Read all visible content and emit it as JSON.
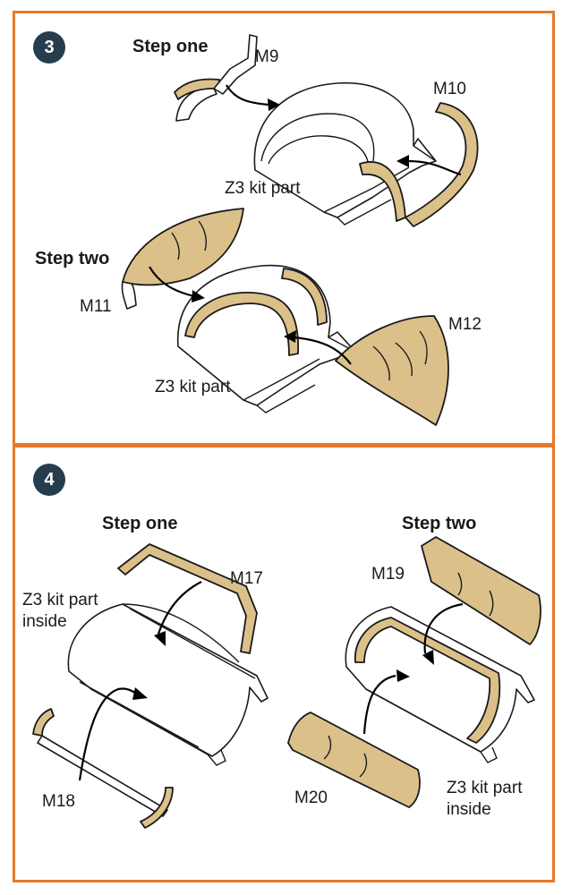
{
  "panel3": {
    "number": "3",
    "step_one": "Step one",
    "step_two": "Step two",
    "labels": {
      "m9": "M9",
      "m10": "M10",
      "kit1": "Z3 kit part",
      "m11": "M11",
      "m12": "M12",
      "kit2": "Z3 kit part"
    }
  },
  "panel4": {
    "number": "4",
    "step_one": "Step one",
    "step_two": "Step two",
    "labels": {
      "m17": "M17",
      "kit_left_1": "Z3 kit part",
      "kit_left_2": "inside",
      "m18": "M18",
      "m19": "M19",
      "m20": "M20",
      "kit_right_1": "Z3 kit part",
      "kit_right_2": "inside"
    }
  },
  "colors": {
    "frame": "#e6782a",
    "badge": "#263d4d",
    "part_fill": "#dcc08a"
  }
}
